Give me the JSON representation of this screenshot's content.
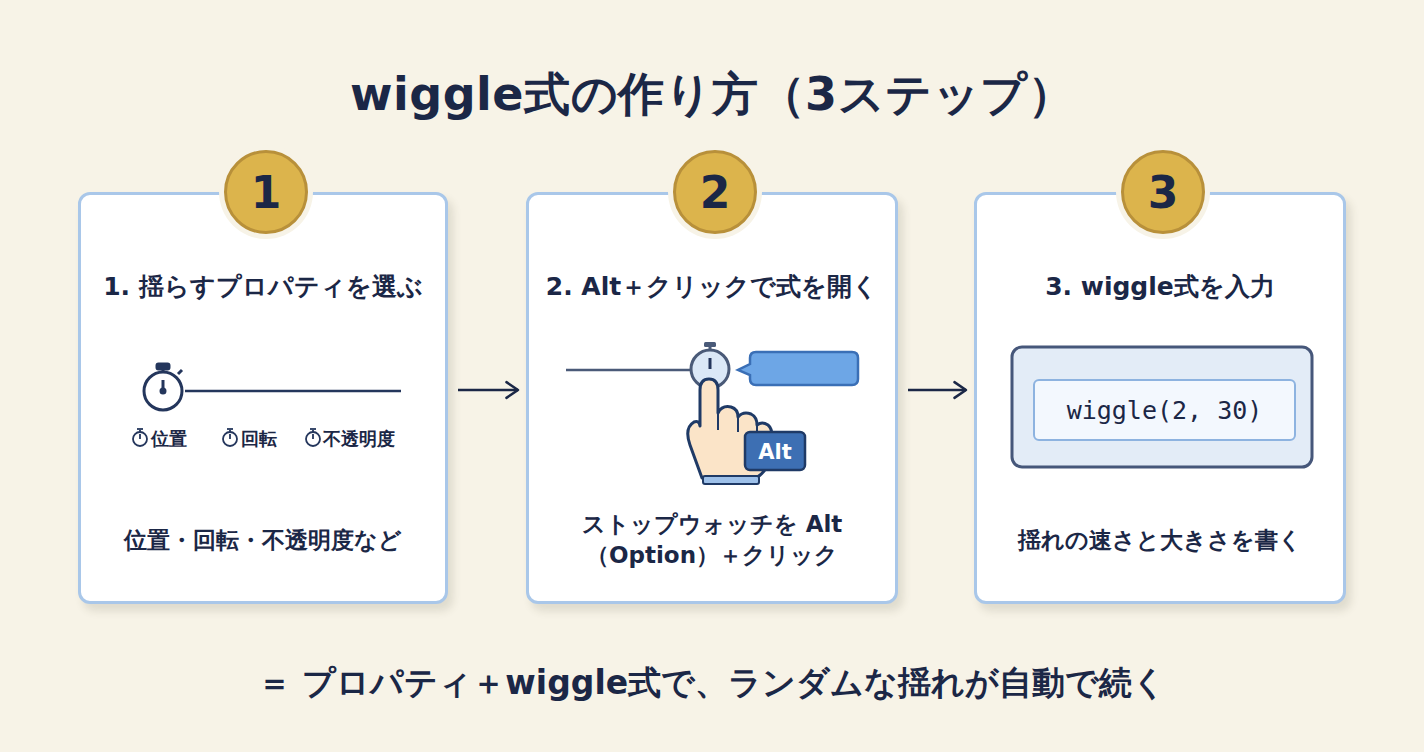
{
  "diagram": {
    "title": "wiggle式の作り方（3ステップ）",
    "caption": "＝ プロパティ＋wiggle式で、ランダムな揺れが自動で続く",
    "nodes": [
      {
        "text": [
          "1. 揺らすプロパティを選ぶ",
          "位置・回転・不透明度など"
        ]
      },
      {
        "text": [
          "1"
        ],
        "in": 0
      },
      {
        "text": [
          "2. Alt＋クリックで式を開く",
          "ストップウォッチを Alt（Option）＋クリック"
        ]
      },
      {
        "text": [
          "2"
        ],
        "in": 2
      },
      {
        "text": [
          "3. wiggle式を入力",
          "揺れの速さと大きさを書く"
        ]
      },
      {
        "text": [
          "3"
        ],
        "in": 4
      },
      {
        "text": [
          "wiggle(2, 30)"
        ],
        "in": 4
      }
    ],
    "edges": [
      {
        "from": 0,
        "to": 2,
        "arrow": "to"
      },
      {
        "from": 2,
        "to": 4,
        "arrow": "to"
      }
    ],
    "labels": [
      "位置",
      "回転",
      "不透明度",
      "Alt"
    ]
  }
}
